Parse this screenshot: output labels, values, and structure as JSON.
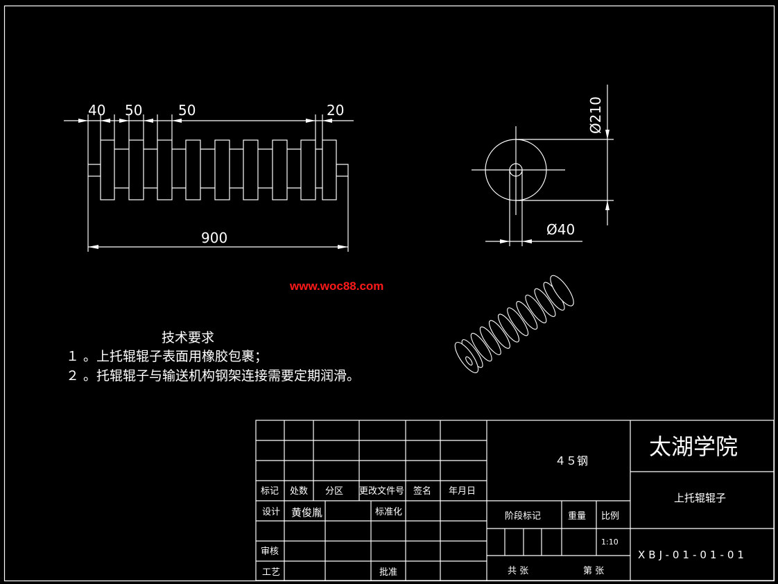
{
  "dimensions": {
    "d40": "40",
    "d50a": "50",
    "d50b": "50",
    "d20": "20",
    "length": "900",
    "outer_diameter": "Ø210",
    "shaft_diameter": "Ø40"
  },
  "watermark": "www.woc88.com",
  "technical_requirements": {
    "title": "技术要求",
    "items": [
      "１ 。上托辊辊子表面用橡胶包裹；",
      "２ 。托辊辊子与输送机构钢架连接需要定期润滑。"
    ]
  },
  "title_block": {
    "headers": {
      "mark": "标记",
      "count": "处数",
      "zone": "分区",
      "change_doc": "更改文件号",
      "sign": "签名",
      "date": "年月日"
    },
    "design_label": "设计",
    "designer": "黄俊胤",
    "standardize_label": "标准化",
    "review_label": "审核",
    "process_label": "工艺",
    "approve_label": "批准",
    "material": "４５钢",
    "stage_label": "阶段标记",
    "weight_label": "重量",
    "scale_label": "比例",
    "scale_value": "1:10",
    "total_sheets": "共  张",
    "sheet_no": "第  张",
    "institution": "太湖学院",
    "part_name": "上托辊辊子",
    "drawing_no": "XBJ-01-01-01"
  },
  "colors": {
    "background": "#000000",
    "lines": "#ffffff",
    "watermark": "#ff1a1a"
  }
}
